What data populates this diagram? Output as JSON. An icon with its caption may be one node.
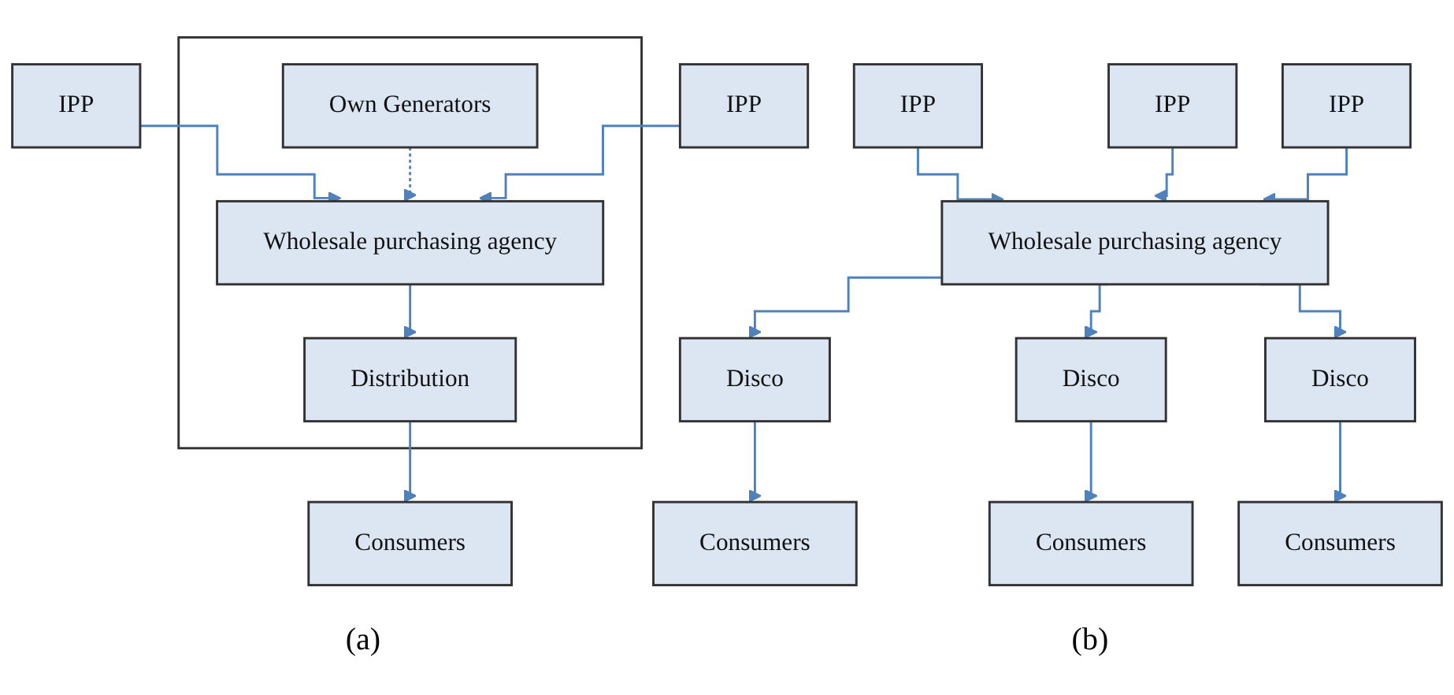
{
  "diagram": {
    "nodes": [
      {
        "text": [
          "IPP"
        ]
      },
      {
        "text": [],
        "shape": "box"
      },
      {
        "text": [
          "Own Generators"
        ],
        "in": 1
      },
      {
        "text": [
          "IPP"
        ]
      },
      {
        "text": [
          "Wholesale purchasing agency"
        ],
        "in": 1
      },
      {
        "text": [
          "Distribution"
        ],
        "in": 1
      },
      {
        "text": [
          "Consumers"
        ]
      },
      {
        "text": [
          "IPP"
        ]
      },
      {
        "text": [
          "IPP"
        ]
      },
      {
        "text": [
          "IPP"
        ]
      },
      {
        "text": [
          "Wholesale purchasing agency"
        ]
      },
      {
        "text": [
          "Disco"
        ]
      },
      {
        "text": [
          "Disco"
        ]
      },
      {
        "text": [
          "Disco"
        ]
      },
      {
        "text": [
          "Consumers"
        ]
      },
      {
        "text": [
          "Consumers"
        ]
      },
      {
        "text": [
          "Consumers"
        ]
      }
    ],
    "edges": [
      {
        "from": 0,
        "to": 4,
        "arrow": "to"
      },
      {
        "from": 2,
        "to": 4,
        "arrow": "to",
        "style": "dashed"
      },
      {
        "from": 3,
        "to": 4,
        "arrow": "to"
      },
      {
        "from": 4,
        "to": 5,
        "arrow": "to"
      },
      {
        "from": 5,
        "to": 6,
        "arrow": "to"
      },
      {
        "from": 7,
        "to": 10,
        "arrow": "to"
      },
      {
        "from": 8,
        "to": 10,
        "arrow": "to"
      },
      {
        "from": 9,
        "to": 10,
        "arrow": "to"
      },
      {
        "from": 10,
        "to": 11,
        "arrow": "to"
      },
      {
        "from": 10,
        "to": 12,
        "arrow": "to"
      },
      {
        "from": 10,
        "to": 13,
        "arrow": "to"
      },
      {
        "from": 11,
        "to": 14,
        "arrow": "to"
      },
      {
        "from": 12,
        "to": 15,
        "arrow": "to"
      },
      {
        "from": 13,
        "to": 16,
        "arrow": "to"
      }
    ],
    "labels": [
      "(a)",
      "(b)"
    ]
  }
}
